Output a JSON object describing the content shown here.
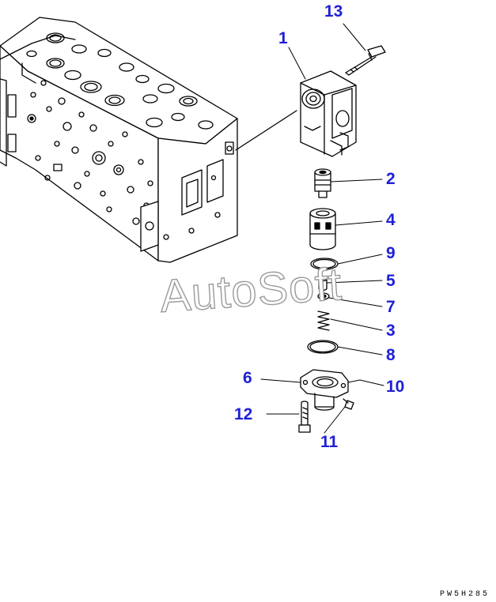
{
  "colors": {
    "callout": "#1f1fd6",
    "ink": "#000000",
    "watermark_outline": "#9a9a9a"
  },
  "callouts": {
    "c1": "1",
    "c2": "2",
    "c3": "3",
    "c4": "4",
    "c5": "5",
    "c6": "6",
    "c7": "7",
    "c8": "8",
    "c9": "9",
    "c10": "10",
    "c11": "11",
    "c12": "12",
    "c13": "13"
  },
  "watermark": "AutoSoft",
  "drawing_code": "PW5H285"
}
